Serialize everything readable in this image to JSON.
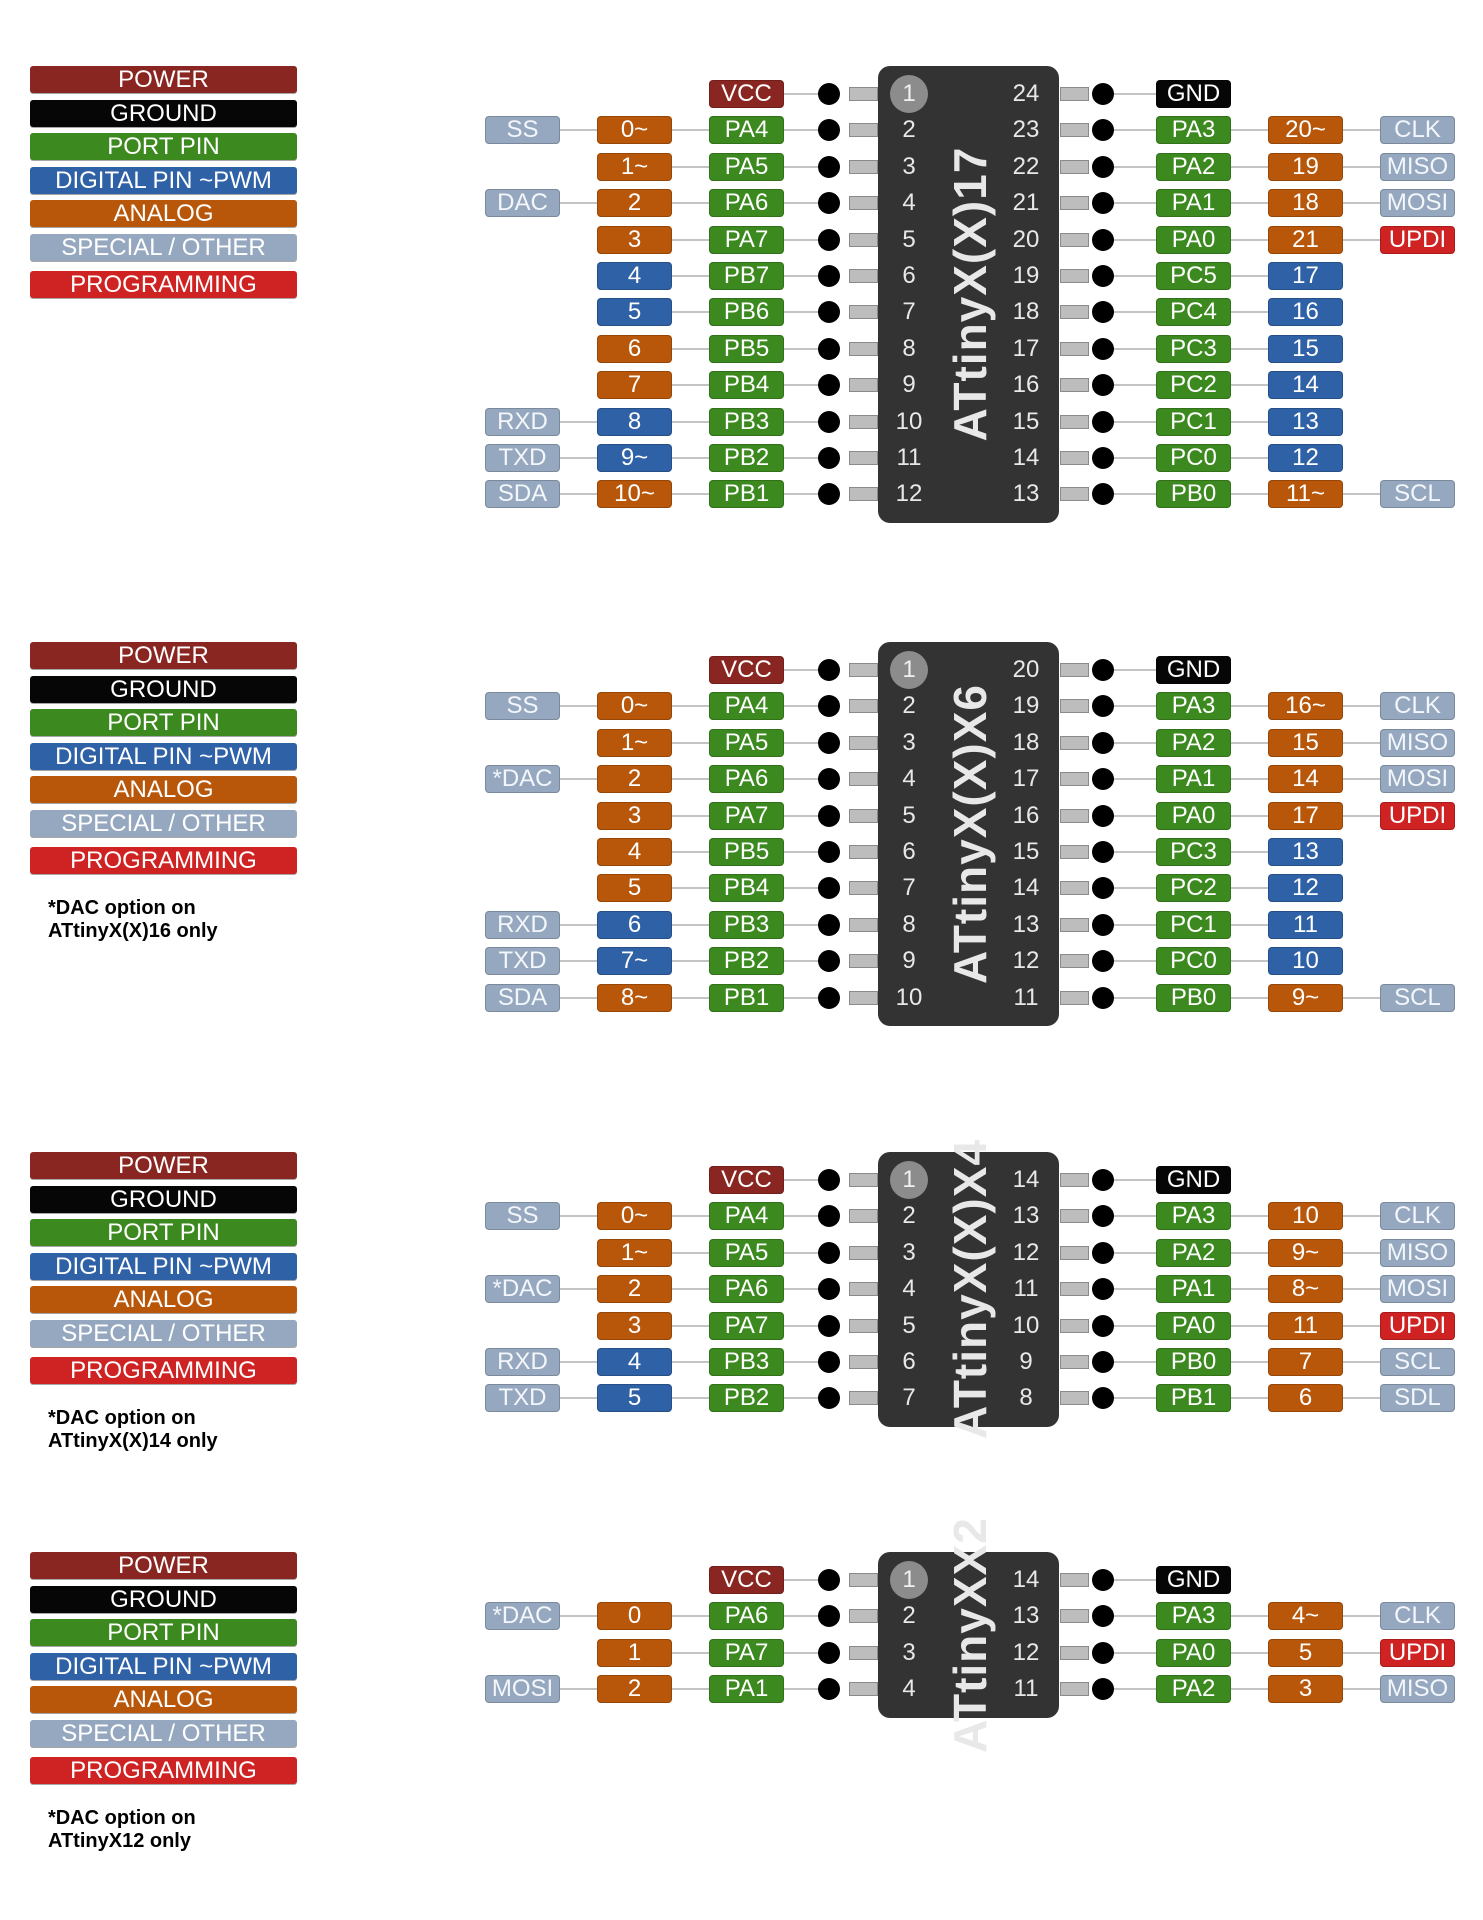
{
  "colors": {
    "power": "#8a2622",
    "ground": "#060606",
    "port": "#3c8a1f",
    "digital": "#2f61a6",
    "analog": "#b8570a",
    "special": "#96a8bf",
    "programming": "#cf2323"
  },
  "legend": [
    {
      "label": "POWER",
      "type": "power"
    },
    {
      "label": "GROUND",
      "type": "ground"
    },
    {
      "label": "PORT PIN",
      "type": "port"
    },
    {
      "label": "DIGITAL PIN ~PWM",
      "type": "digital"
    },
    {
      "label": "ANALOG",
      "type": "analog"
    },
    {
      "label": "SPECIAL / OTHER",
      "type": "special"
    },
    {
      "label": "PROGRAMMING",
      "type": "programming"
    }
  ],
  "chips": [
    {
      "name": "ATtinyX(X)17",
      "note": [],
      "pin_count": 24,
      "left": [
        [
          null,
          null,
          [
            "VCC",
            "power"
          ]
        ],
        [
          [
            "SS",
            "special"
          ],
          [
            "0~",
            "analog"
          ],
          [
            "PA4",
            "port"
          ]
        ],
        [
          null,
          [
            "1~",
            "analog"
          ],
          [
            "PA5",
            "port"
          ]
        ],
        [
          [
            "DAC",
            "special"
          ],
          [
            "2",
            "analog"
          ],
          [
            "PA6",
            "port"
          ]
        ],
        [
          null,
          [
            "3",
            "analog"
          ],
          [
            "PA7",
            "port"
          ]
        ],
        [
          null,
          [
            "4",
            "digital"
          ],
          [
            "PB7",
            "port"
          ]
        ],
        [
          null,
          [
            "5",
            "digital"
          ],
          [
            "PB6",
            "port"
          ]
        ],
        [
          null,
          [
            "6",
            "analog"
          ],
          [
            "PB5",
            "port"
          ]
        ],
        [
          null,
          [
            "7",
            "analog"
          ],
          [
            "PB4",
            "port"
          ]
        ],
        [
          [
            "RXD",
            "special"
          ],
          [
            "8",
            "digital"
          ],
          [
            "PB3",
            "port"
          ]
        ],
        [
          [
            "TXD",
            "special"
          ],
          [
            "9~",
            "digital"
          ],
          [
            "PB2",
            "port"
          ]
        ],
        [
          [
            "SDA",
            "special"
          ],
          [
            "10~",
            "analog"
          ],
          [
            "PB1",
            "port"
          ]
        ]
      ],
      "right": [
        [
          [
            "GND",
            "ground"
          ],
          null,
          null
        ],
        [
          [
            "PA3",
            "port"
          ],
          [
            "20~",
            "analog"
          ],
          [
            "CLK",
            "special"
          ]
        ],
        [
          [
            "PA2",
            "port"
          ],
          [
            "19",
            "analog"
          ],
          [
            "MISO",
            "special"
          ]
        ],
        [
          [
            "PA1",
            "port"
          ],
          [
            "18",
            "analog"
          ],
          [
            "MOSI",
            "special"
          ]
        ],
        [
          [
            "PA0",
            "port"
          ],
          [
            "21",
            "analog"
          ],
          [
            "UPDI",
            "programming"
          ]
        ],
        [
          [
            "PC5",
            "port"
          ],
          [
            "17",
            "digital"
          ],
          null
        ],
        [
          [
            "PC4",
            "port"
          ],
          [
            "16",
            "digital"
          ],
          null
        ],
        [
          [
            "PC3",
            "port"
          ],
          [
            "15",
            "digital"
          ],
          null
        ],
        [
          [
            "PC2",
            "port"
          ],
          [
            "14",
            "digital"
          ],
          null
        ],
        [
          [
            "PC1",
            "port"
          ],
          [
            "13",
            "digital"
          ],
          null
        ],
        [
          [
            "PC0",
            "port"
          ],
          [
            "12",
            "digital"
          ],
          null
        ],
        [
          [
            "PB0",
            "port"
          ],
          [
            "11~",
            "analog"
          ],
          [
            "SCL",
            "special"
          ]
        ]
      ]
    },
    {
      "name": "ATtinyX(X)X6",
      "note": [
        "*DAC option on",
        "ATtinyX(X)16 only"
      ],
      "pin_count": 20,
      "left": [
        [
          null,
          null,
          [
            "VCC",
            "power"
          ]
        ],
        [
          [
            "SS",
            "special"
          ],
          [
            "0~",
            "analog"
          ],
          [
            "PA4",
            "port"
          ]
        ],
        [
          null,
          [
            "1~",
            "analog"
          ],
          [
            "PA5",
            "port"
          ]
        ],
        [
          [
            "*DAC",
            "special"
          ],
          [
            "2",
            "analog"
          ],
          [
            "PA6",
            "port"
          ]
        ],
        [
          null,
          [
            "3",
            "analog"
          ],
          [
            "PA7",
            "port"
          ]
        ],
        [
          null,
          [
            "4",
            "analog"
          ],
          [
            "PB5",
            "port"
          ]
        ],
        [
          null,
          [
            "5",
            "analog"
          ],
          [
            "PB4",
            "port"
          ]
        ],
        [
          [
            "RXD",
            "special"
          ],
          [
            "6",
            "digital"
          ],
          [
            "PB3",
            "port"
          ]
        ],
        [
          [
            "TXD",
            "special"
          ],
          [
            "7~",
            "digital"
          ],
          [
            "PB2",
            "port"
          ]
        ],
        [
          [
            "SDA",
            "special"
          ],
          [
            "8~",
            "analog"
          ],
          [
            "PB1",
            "port"
          ]
        ]
      ],
      "right": [
        [
          [
            "GND",
            "ground"
          ],
          null,
          null
        ],
        [
          [
            "PA3",
            "port"
          ],
          [
            "16~",
            "analog"
          ],
          [
            "CLK",
            "special"
          ]
        ],
        [
          [
            "PA2",
            "port"
          ],
          [
            "15",
            "analog"
          ],
          [
            "MISO",
            "special"
          ]
        ],
        [
          [
            "PA1",
            "port"
          ],
          [
            "14",
            "analog"
          ],
          [
            "MOSI",
            "special"
          ]
        ],
        [
          [
            "PA0",
            "port"
          ],
          [
            "17",
            "analog"
          ],
          [
            "UPDI",
            "programming"
          ]
        ],
        [
          [
            "PC3",
            "port"
          ],
          [
            "13",
            "digital"
          ],
          null
        ],
        [
          [
            "PC2",
            "port"
          ],
          [
            "12",
            "digital"
          ],
          null
        ],
        [
          [
            "PC1",
            "port"
          ],
          [
            "11",
            "digital"
          ],
          null
        ],
        [
          [
            "PC0",
            "port"
          ],
          [
            "10",
            "digital"
          ],
          null
        ],
        [
          [
            "PB0",
            "port"
          ],
          [
            "9~",
            "analog"
          ],
          [
            "SCL",
            "special"
          ]
        ]
      ]
    },
    {
      "name": "ATtinyX(X)X4",
      "note": [
        "*DAC option on",
        "ATtinyX(X)14 only"
      ],
      "pin_count": 14,
      "left": [
        [
          null,
          null,
          [
            "VCC",
            "power"
          ]
        ],
        [
          [
            "SS",
            "special"
          ],
          [
            "0~",
            "analog"
          ],
          [
            "PA4",
            "port"
          ]
        ],
        [
          null,
          [
            "1~",
            "analog"
          ],
          [
            "PA5",
            "port"
          ]
        ],
        [
          [
            "*DAC",
            "special"
          ],
          [
            "2",
            "analog"
          ],
          [
            "PA6",
            "port"
          ]
        ],
        [
          null,
          [
            "3",
            "analog"
          ],
          [
            "PA7",
            "port"
          ]
        ],
        [
          [
            "RXD",
            "special"
          ],
          [
            "4",
            "digital"
          ],
          [
            "PB3",
            "port"
          ]
        ],
        [
          [
            "TXD",
            "special"
          ],
          [
            "5",
            "digital"
          ],
          [
            "PB2",
            "port"
          ]
        ]
      ],
      "right": [
        [
          [
            "GND",
            "ground"
          ],
          null,
          null
        ],
        [
          [
            "PA3",
            "port"
          ],
          [
            "10",
            "analog"
          ],
          [
            "CLK",
            "special"
          ]
        ],
        [
          [
            "PA2",
            "port"
          ],
          [
            "9~",
            "analog"
          ],
          [
            "MISO",
            "special"
          ]
        ],
        [
          [
            "PA1",
            "port"
          ],
          [
            "8~",
            "analog"
          ],
          [
            "MOSI",
            "special"
          ]
        ],
        [
          [
            "PA0",
            "port"
          ],
          [
            "11",
            "analog"
          ],
          [
            "UPDI",
            "programming"
          ]
        ],
        [
          [
            "PB0",
            "port"
          ],
          [
            "7",
            "analog"
          ],
          [
            "SCL",
            "special"
          ]
        ],
        [
          [
            "PB1",
            "port"
          ],
          [
            "6",
            "analog"
          ],
          [
            "SDL",
            "special"
          ]
        ]
      ]
    },
    {
      "name": "ATtinyXX2",
      "note": [
        "*DAC option on",
        "ATtinyX12 only"
      ],
      "pin_count": 14,
      "left": [
        [
          null,
          null,
          [
            "VCC",
            "power"
          ]
        ],
        [
          [
            "*DAC",
            "special"
          ],
          [
            "0",
            "analog"
          ],
          [
            "PA6",
            "port"
          ]
        ],
        [
          null,
          [
            "1",
            "analog"
          ],
          [
            "PA7",
            "port"
          ]
        ],
        [
          [
            "MOSI",
            "special"
          ],
          [
            "2",
            "analog"
          ],
          [
            "PA1",
            "port"
          ]
        ]
      ],
      "right": [
        [
          [
            "GND",
            "ground"
          ],
          null,
          null
        ],
        [
          [
            "PA3",
            "port"
          ],
          [
            "4~",
            "analog"
          ],
          [
            "CLK",
            "special"
          ]
        ],
        [
          [
            "PA0",
            "port"
          ],
          [
            "5",
            "analog"
          ],
          [
            "UPDI",
            "programming"
          ]
        ],
        [
          [
            "PA2",
            "port"
          ],
          [
            "3",
            "analog"
          ],
          [
            "MISO",
            "special"
          ]
        ]
      ]
    }
  ]
}
